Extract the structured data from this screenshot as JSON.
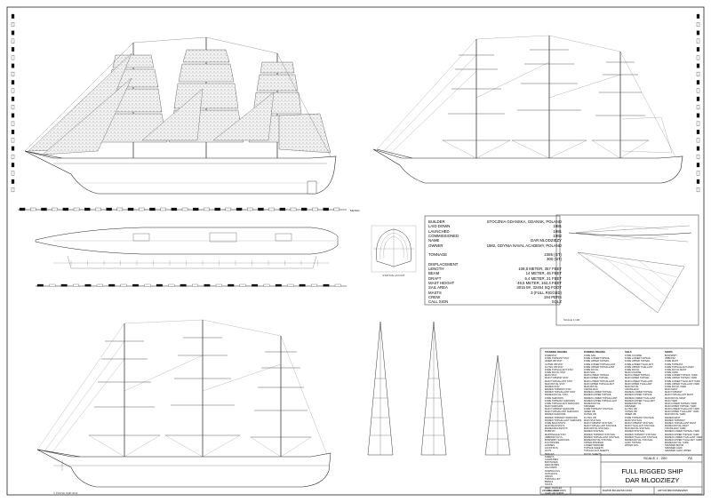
{
  "title_block": {
    "ship_type": "FULL RIGGED SHIP",
    "ship_name": "DAR MLODZIEZY",
    "scale": "SCALE 1 : 200",
    "sheet": "A1",
    "date": "22 - 09 - 2010",
    "drawn": "DAWID BOJARSKI 2010",
    "author": "ARTUR BRONISZEWSKI"
  },
  "specs": [
    {
      "label": "BUILDER",
      "value": "STOCZNIA GDANSKA, GDANSK, POLAND"
    },
    {
      "label": "LAID DOWN",
      "value": "1981"
    },
    {
      "label": "LAUNCHED",
      "value": "1981"
    },
    {
      "label": "COMMISSIONED",
      "value": "1982"
    },
    {
      "label": "NAME",
      "value": "DAR MLODZIEZY"
    },
    {
      "label": "OWNER",
      "value": "1982, GDYNIA NAVAL ACADEMY, POLAND"
    },
    {
      "label": "",
      "value": ""
    },
    {
      "label": "TONNAGE",
      "value": "2385 (GT)"
    },
    {
      "label": "",
      "value": "300 (NT)"
    },
    {
      "label": "DISPLACEMENT",
      "value": ""
    },
    {
      "label": "LENGTH",
      "value": "108,8 METER, 357 FEET"
    },
    {
      "label": "BEAM",
      "value": "14 METER, 46 FEET"
    },
    {
      "label": "DRAFT",
      "value": "6,4 METER, 21 FEET"
    },
    {
      "label": "MAST HEIGHT",
      "value": "49,5 METER, 162,4 FEET"
    },
    {
      "label": "SAIL AREA",
      "value": "3015 M², 32454 SQ FOOT"
    },
    {
      "label": "MASTS",
      "value": "3 (FULL RIGGED)"
    },
    {
      "label": "CREW",
      "value": "194 PERS"
    },
    {
      "label": "CALL SIGN",
      "value": "SQLZ"
    }
  ],
  "legend": [
    {
      "heading": "STANDING RIGGING",
      "items": [
        "FORESTAY",
        "FORE TOPMAST STAY",
        "INNER JIB STAY",
        "OUTER JIB STAY",
        "FLYING JIB STAY",
        "FORE TOPGALLANT STAY",
        "FORE ROYAL STAY",
        "MAIN STAY",
        "MAIN TOPMAST STAY",
        "MAIN TOPGALLANT STAY",
        "MAIN ROYAL STAY",
        "MIZZEN STAY",
        "MIZZEN TOPMAST STAY",
        "MIZZEN TOPGALLANT STAY",
        "MIZZEN ROYAL STAY",
        "FORE SHROUDS",
        "FORE TOPMAST SHROUDS",
        "FORE TOPGALLANT SHROUDS",
        "MAIN SHROUDS",
        "MAIN TOPMAST SHROUDS",
        "MAIN TOPGALLANT SHROUDS",
        "MIZZEN SHROUDS",
        "MIZZEN TOPMAST SHROUDS",
        "MIZZEN TOPGALLANT SHROUDS",
        "FORE BACKSTAYS",
        "MAIN BACKSTAYS",
        "MIZZEN BACKSTAYS",
        "BOBSTAY",
        "MARTINGALE STAY",
        "JIBBOOM GUYS",
        "BOWSPRIT SHROUDS",
        "FOOTROPES",
        "HORSES",
        "JACKSTAYS",
        "LIFTS",
        "BRACES",
        "SHEETS",
        "CLEWLINES",
        "BUNTLINES",
        "LEECHLINES",
        "HALYARDS",
        "DOWNHAULS",
        "OUTHAULS",
        "VANGS",
        "TOPPING LIFT",
        "BRAILS",
        "TACKS",
        "REEF TACKLES",
        "SIGNAL HALYARDS",
        "GAFF HALYARDS"
      ]
    },
    {
      "heading": "RUNNING RIGGING",
      "items": [
        "FORE SAIL",
        "FORE LOWER TOPSAIL",
        "FORE UPPER TOPSAIL",
        "FORE LOWER TOPGALLANT",
        "FORE UPPER TOPGALLANT",
        "FORE ROYAL",
        "MAIN SAIL",
        "MAIN LOWER TOPSAIL",
        "MAIN UPPER TOPSAIL",
        "MAIN LOWER TOPGALLANT",
        "MAIN UPPER TOPGALLANT",
        "MAIN ROYAL",
        "CROSSJACK",
        "MIZZEN LOWER TOPSAIL",
        "MIZZEN UPPER TOPSAIL",
        "MIZZEN LOWER TOPGALLANT",
        "MIZZEN UPPER TOPGALLANT",
        "MIZZEN ROYAL",
        "SPANKER",
        "FORE TOPMAST STAYSAIL",
        "INNER JIB",
        "OUTER JIB",
        "FLYING JIB",
        "MAIN STAYSAIL",
        "MAIN TOPMAST STAYSAIL",
        "MAIN TOPGALLANT STAYSAIL",
        "MAIN ROYAL STAYSAIL",
        "MIZZEN STAYSAIL",
        "MIZZEN TOPMAST STAYSAIL",
        "MIZZEN TOPGALLANT STAYSAIL",
        "MIZZEN ROYAL STAYSAIL",
        "UPPER SPANKER",
        "LOWER SPANKER",
        "TOPSAIL SHEETS",
        "TOPGALLANT SHEETS",
        "ROYAL SHEETS"
      ]
    },
    {
      "heading": "SAILS",
      "items": [
        "FORE COURSE",
        "FORE LOWER TOPSAIL",
        "FORE UPPER TOPSAIL",
        "FORE LOWER T'GALLANT",
        "FORE UPPER T'GALLANT",
        "FORE ROYAL",
        "MAIN COURSE",
        "MAIN LOWER TOPSAIL",
        "MAIN UPPER TOPSAIL",
        "MAIN LOWER T'GALLANT",
        "MAIN UPPER T'GALLANT",
        "MAIN ROYAL",
        "CROSSJACK",
        "MIZZEN LOWER TOPSAIL",
        "MIZZEN UPPER TOPSAIL",
        "MIZZEN LOWER T'GALLANT",
        "MIZZEN UPPER T'GALLANT",
        "MIZZEN ROYAL",
        "SPANKER",
        "FLYING JIB",
        "OUTER JIB",
        "INNER JIB",
        "FORE TOPMAST STAYSAIL",
        "MAIN STAYSAIL",
        "MAIN TOPMAST STAYSAIL",
        "MAIN T'GALLANT STAYSAIL",
        "MAIN ROYAL STAYSAIL",
        "MIZZEN STAYSAIL",
        "MIZZEN TOPMAST STAYSAIL",
        "MIZZEN T'GALLANT STAYSAIL",
        "MIZZEN ROYAL STAYSAIL",
        "GAFF TOPSAIL",
        "WATER SAIL"
      ]
    },
    {
      "heading": "SPARS",
      "items": [
        "BOWSPRIT",
        "JIBBOOM",
        "FORE MAST",
        "FORE TOPMAST",
        "FORE TOPGALLANT MAST",
        "FORE ROYAL MAST",
        "FORE YARD",
        "FORE LOWER TOPSAIL YARD",
        "FORE UPPER TOPSAIL YARD",
        "FORE LOWER T'GALLANT YARD",
        "FORE UPPER T'GALLANT YARD",
        "FORE ROYAL YARD",
        "MAIN MAST",
        "MAIN TOPMAST",
        "MAIN TOPGALLANT MAST",
        "MAIN ROYAL MAST",
        "MAIN YARD",
        "MAIN LOWER TOPSAIL YARD",
        "MAIN UPPER TOPSAIL YARD",
        "MAIN LOWER T'GALLANT YARD",
        "MAIN UPPER T'GALLANT YARD",
        "MAIN ROYAL YARD",
        "MIZZEN MAST",
        "MIZZEN TOPMAST",
        "MIZZEN TOPGALLANT MAST",
        "MIZZEN ROYAL MAST",
        "CROSSJACK YARD",
        "MIZZEN LOWER TOPSAIL YARD",
        "MIZZEN UPPER TOPSAIL YARD",
        "MIZZEN LOWER T'GALLANT YARD",
        "MIZZEN UPPER T'GALLANT YARD",
        "MIZZEN ROYAL YARD",
        "SPANKER BOOM",
        "SPANKER GAFF",
        "SPANKER GAFF UPPER"
      ]
    }
  ],
  "ruler_units": "METER",
  "section_label": "STATION LAYOUT",
  "detail_scale": "SCALE 1:100",
  "footnote": "© POLISH SHIP 2010",
  "colors": {
    "ink": "#1a1a1a",
    "sail_fill": "#f4f4f4",
    "paper": "#ffffff"
  }
}
